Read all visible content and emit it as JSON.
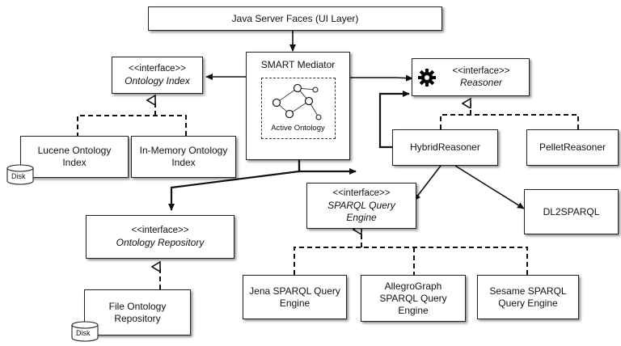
{
  "nodes": {
    "jsf": {
      "label": "Java Server Faces (UI Layer)"
    },
    "mediator": {
      "title": "SMART Mediator",
      "inner_label": "Active Ontology"
    },
    "ontology_index": {
      "stereotype": "<<interface>>",
      "name": "Ontology Index"
    },
    "reasoner": {
      "stereotype": "<<interface>>",
      "name": "Reasoner",
      "icon": "gear-icon"
    },
    "lucene_index": {
      "line1": "Lucene Ontology",
      "line2": "Index",
      "disk_label": "Disk"
    },
    "inmemory_index": {
      "line1": "In-Memory Ontology",
      "line2": "Index"
    },
    "hybrid_reasoner": {
      "label": "HybridReasoner"
    },
    "pellet_reasoner": {
      "label": "PelletReasoner"
    },
    "sparql_engine": {
      "stereotype": "<<interface>>",
      "name1": "SPARQL Query",
      "name2": "Engine"
    },
    "dl2sparql": {
      "label": "DL2SPARQL"
    },
    "ontology_repository": {
      "stereotype": "<<interface>>",
      "name": "Ontology Repository"
    },
    "file_repository": {
      "line1": "File Ontology",
      "line2": "Repository",
      "disk_label": "Disk"
    },
    "jena_engine": {
      "line1": "Jena SPARQL Query",
      "line2": "Engine"
    },
    "allegro_engine": {
      "line1": "AllegroGraph",
      "line2": "SPARQL Query",
      "line3": "Engine"
    },
    "sesame_engine": {
      "line1": "Sesame SPARQL",
      "line2": "Query Engine"
    }
  }
}
